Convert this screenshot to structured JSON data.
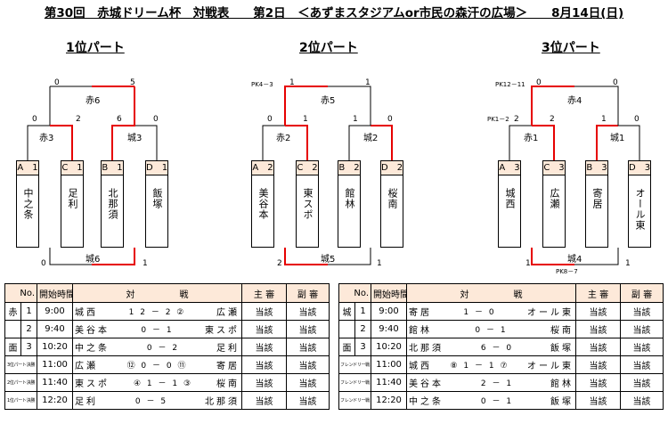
{
  "title": "第30回　赤城ドリーム杯　対戦表　　第2日　＜あずまスタジアムor市民の森汗の広場＞　　8月14日(日)",
  "parts": [
    {
      "title": "1位パート",
      "teams": [
        {
          "code": "A　1",
          "name": "中之条"
        },
        {
          "code": "C　1",
          "name": "足利"
        },
        {
          "code": "B　1",
          "name": "北那須"
        },
        {
          "code": "D　1",
          "name": "飯塚"
        }
      ],
      "left_match": {
        "label": "赤3",
        "s1": "0",
        "s2": "2"
      },
      "right_match": {
        "label": "城3",
        "s1": "6",
        "s2": "0"
      },
      "final": {
        "label": "赤6",
        "s1": "0",
        "s2": "5"
      },
      "bottom": {
        "label": "城6",
        "s1": "0",
        "s2": "1"
      },
      "pk_final": "",
      "pk_left": "",
      "pk_bottom": ""
    },
    {
      "title": "2位パート",
      "teams": [
        {
          "code": "A　2",
          "name": "美谷本"
        },
        {
          "code": "C　2",
          "name": "東スポ"
        },
        {
          "code": "B　2",
          "name": "館林"
        },
        {
          "code": "D　2",
          "name": "桜南"
        }
      ],
      "left_match": {
        "label": "赤2",
        "s1": "0",
        "s2": "1"
      },
      "right_match": {
        "label": "城2",
        "s1": "1",
        "s2": "0"
      },
      "final": {
        "label": "赤5",
        "s1": "1",
        "s2": "1"
      },
      "bottom": {
        "label": "城5",
        "s1": "2",
        "s2": "1"
      },
      "pk_final": "PK4－3",
      "pk_left": "",
      "pk_bottom": ""
    },
    {
      "title": "3位パート",
      "teams": [
        {
          "code": "A　3",
          "name": "城西"
        },
        {
          "code": "C　3",
          "name": "広瀬"
        },
        {
          "code": "B　3",
          "name": "寄居"
        },
        {
          "code": "D　3",
          "name": "オール東"
        }
      ],
      "left_match": {
        "label": "赤1",
        "s1": "2",
        "s2": "2"
      },
      "right_match": {
        "label": "城1",
        "s1": "1",
        "s2": "0"
      },
      "final": {
        "label": "赤4",
        "s1": "0",
        "s2": "0"
      },
      "bottom": {
        "label": "城4",
        "s1": "1",
        "s2": "1"
      },
      "pk_final": "PK12－11",
      "pk_left": "PK1－2",
      "pk_bottom": "PK8－7"
    }
  ],
  "schedule_headers": {
    "no": "No.",
    "time": "開始時間",
    "match": "対　　　　　戦",
    "ref": "主 審",
    "sub": "副 審"
  },
  "schedule_left": {
    "rows": [
      {
        "side": "赤",
        "no": "1",
        "time": "9:00",
        "t1": "城西",
        "sc": "1 2 － 2 ②",
        "t2": "広瀬",
        "ref": "当該",
        "sub": "当該"
      },
      {
        "side": "",
        "no": "2",
        "time": "9:40",
        "t1": "美谷本",
        "sc": "0 － 1",
        "t2": "東スポ",
        "ref": "当該",
        "sub": "当該"
      },
      {
        "side": "面",
        "no": "3",
        "time": "10:20",
        "t1": "中之条",
        "sc": "0 － 2",
        "t2": "足利",
        "ref": "当該",
        "sub": "当該"
      },
      {
        "side": "3位パート決勝",
        "no": "",
        "time": "11:00",
        "t1": "広瀬",
        "sc": "⑫ 0 － 0 ⑪",
        "t2": "寄居",
        "ref": "当該",
        "sub": "当該"
      },
      {
        "side": "2位パート決勝",
        "no": "",
        "time": "11:40",
        "t1": "東スポ",
        "sc": "④ 1 － 1 ③",
        "t2": "桜南",
        "ref": "当該",
        "sub": "当該"
      },
      {
        "side": "1位パート決勝",
        "no": "",
        "time": "12:20",
        "t1": "足利",
        "sc": "0 － 5",
        "t2": "北那須",
        "ref": "当該",
        "sub": "当該"
      }
    ]
  },
  "schedule_right": {
    "rows": [
      {
        "side": "城",
        "no": "1",
        "time": "9:00",
        "t1": "寄居",
        "sc": "1 － 0",
        "t2": "オール東",
        "ref": "当該",
        "sub": "当該"
      },
      {
        "side": "",
        "no": "2",
        "time": "9:40",
        "t1": "館林",
        "sc": "0 － 1",
        "t2": "桜南",
        "ref": "当該",
        "sub": "当該"
      },
      {
        "side": "面",
        "no": "3",
        "time": "10:20",
        "t1": "北那須",
        "sc": "6 － 0",
        "t2": "飯塚",
        "ref": "当該",
        "sub": "当該"
      },
      {
        "side": "フレンドリー戦",
        "no": "",
        "time": "11:00",
        "t1": "城西",
        "sc": "⑧ 1 － 1 ⑦",
        "t2": "オール東",
        "ref": "当該",
        "sub": "当該"
      },
      {
        "side": "フレンドリー戦",
        "no": "",
        "time": "11:40",
        "t1": "美谷本",
        "sc": "2 － 1",
        "t2": "館林",
        "ref": "当該",
        "sub": "当該"
      },
      {
        "side": "フレンドリー戦",
        "no": "",
        "time": "12:20",
        "t1": "中之条",
        "sc": "0 － 1",
        "t2": "飯塚",
        "ref": "当該",
        "sub": "当該"
      }
    ]
  },
  "colors": {
    "winner_line": "#e60000",
    "line": "#000000",
    "header_fill": "#fde9d9"
  }
}
